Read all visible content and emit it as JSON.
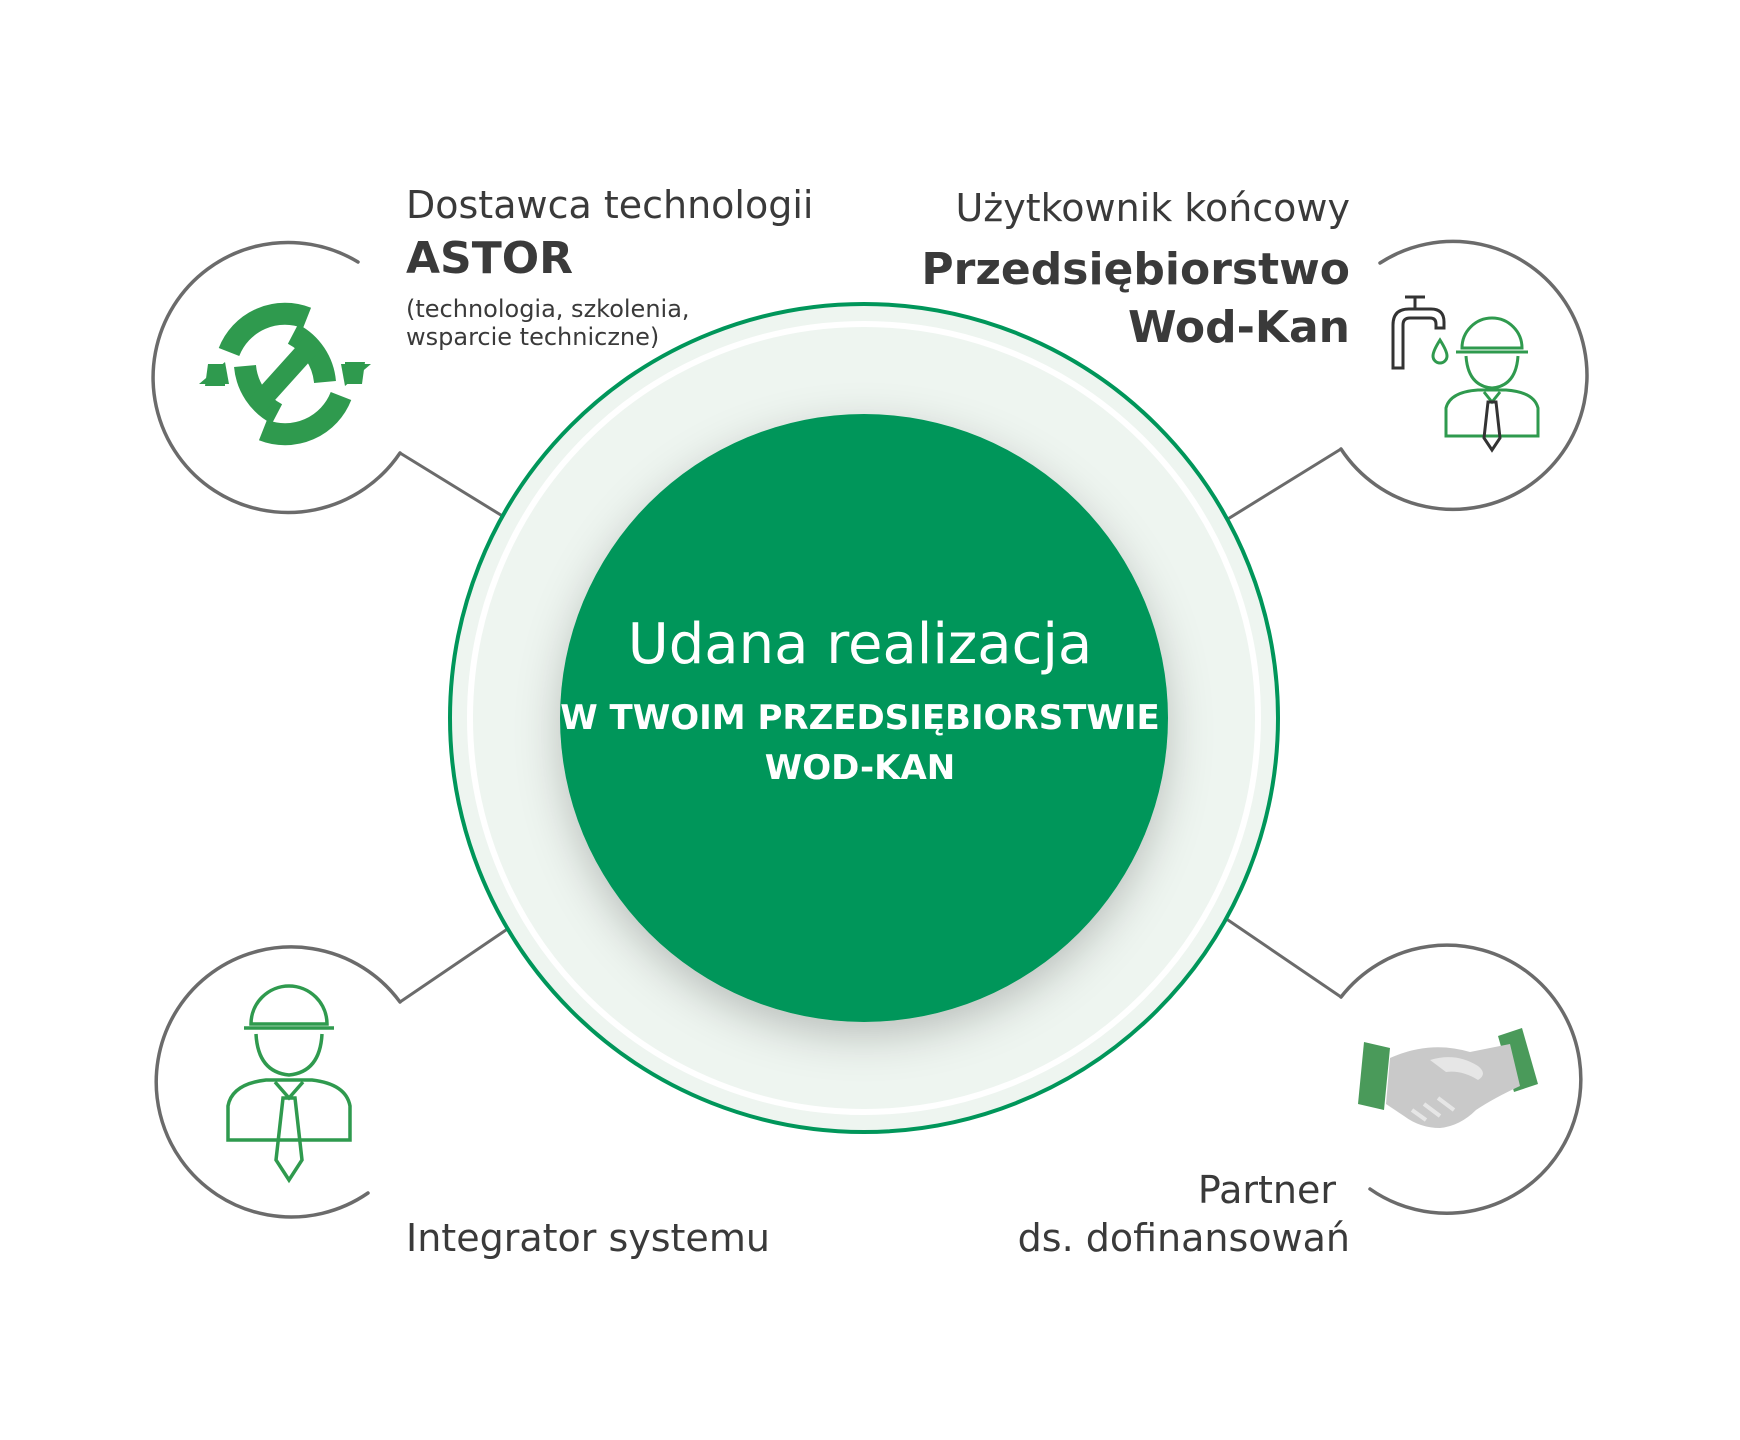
{
  "center": {
    "title": "Udana realizacja",
    "subtitle_line1": "W TWOIM PRZEDSIĘBIORSTWIE",
    "subtitle_line2": "WOD-KAN"
  },
  "top_left": {
    "role": "Dostawca technologii",
    "name": "ASTOR",
    "note_line1": "(technologia, szkolenia,",
    "note_line2": "wsparcie techniczne)",
    "icon": "astor-logo-icon"
  },
  "top_right": {
    "role": "Użytkownik końcowy",
    "name_line1": "Przedsiębiorstwo",
    "name_line2": "Wod-Kan",
    "icon": "water-worker-icon"
  },
  "bottom_left": {
    "role": "Integrator systemu",
    "icon": "worker-icon"
  },
  "bottom_right": {
    "role_line1": "Partner",
    "role_line2": "ds. dofinansowań",
    "icon": "handshake-icon"
  },
  "colors": {
    "green": "#00965a",
    "icon_green": "#2f9a4e",
    "line_gray": "#6b6b6b",
    "text_dark": "#3a3a3a"
  }
}
